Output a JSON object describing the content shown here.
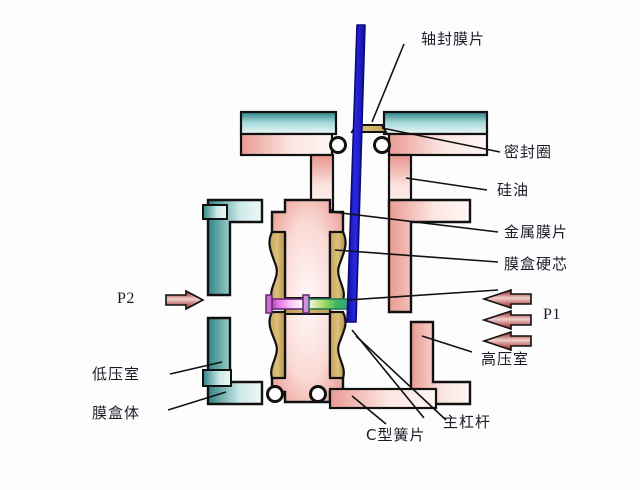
{
  "figure": {
    "title_hidden": "",
    "background": "#fdfdfd",
    "palette": {
      "teal_dark": "#2c8080",
      "teal_light": "#d8eeee",
      "pink_dark": "#e8948c",
      "pink_light": "#fde9e6",
      "gold": "#c9a658",
      "gold_dark": "#a8863c",
      "lever_blue": "#1a18c8",
      "arrow_red": "#b81f1f",
      "outline": "#111111",
      "magenta": "#cc33cc",
      "green": "#33bb44"
    }
  },
  "labels": {
    "shaft_seal_diaphragm": "轴封膜片",
    "seal_ring": "密封圈",
    "silicone_oil": "硅油",
    "metal_diaphragm": "金属膜片",
    "capsule_hard_core": "膜盒硬芯",
    "high_pressure_chamber": "高压室",
    "low_pressure_chamber": "低压室",
    "capsule_body": "膜盒体",
    "c_type_spring": "C型簧片",
    "main_lever": "主杠杆",
    "p1": "P1",
    "p2": "P2"
  },
  "arrows": {
    "p1_count": 3,
    "p1_direction": "left",
    "p2_count": 1,
    "p2_direction": "right",
    "color": "#b81f1f"
  }
}
